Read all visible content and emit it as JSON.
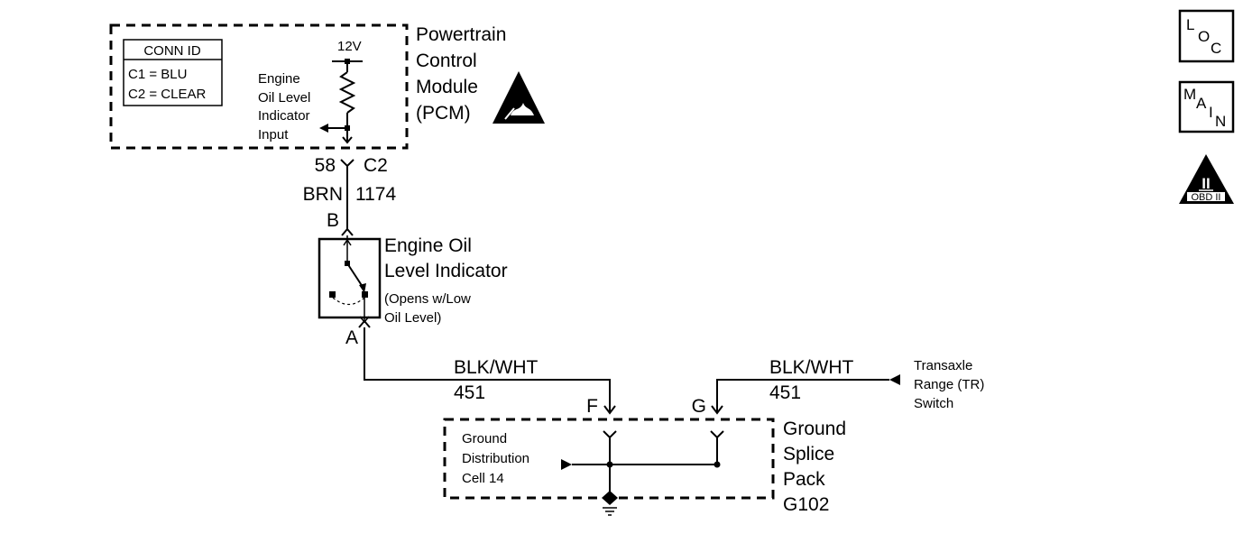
{
  "pcm": {
    "name_lines": [
      "Powertrain",
      "Control",
      "Module",
      "(PCM)"
    ],
    "conn_title": "CONN ID",
    "conn_rows": [
      "C1 = BLU",
      "C2 = CLEAR"
    ],
    "voltage": "12V",
    "input_lines": [
      "Engine",
      "Oil Level",
      "Indicator",
      "Input"
    ]
  },
  "pcm_pin": {
    "pin": "58",
    "connector": "C2"
  },
  "wire_1174": {
    "color": "BRN",
    "circuit": "1174"
  },
  "indicator": {
    "pin_top": "B",
    "pin_bottom": "A",
    "name_lines": [
      "Engine Oil",
      "Level Indicator"
    ],
    "note_lines": [
      "(Opens w/Low",
      "Oil Level)"
    ]
  },
  "wire_451_left": {
    "color": "BLK/WHT",
    "circuit": "451",
    "pin": "F"
  },
  "wire_451_right": {
    "color": "BLK/WHT",
    "circuit": "451",
    "pin": "G"
  },
  "transaxle": {
    "lines": [
      "Transaxle",
      "Range (TR)",
      "Switch"
    ]
  },
  "splice": {
    "name_lines": [
      "Ground",
      "Splice",
      "Pack",
      "G102"
    ],
    "cell_lines": [
      "Ground",
      "Distribution",
      "Cell 14"
    ]
  },
  "badges": {
    "loc": [
      "L",
      "O",
      "C"
    ],
    "main": [
      "M",
      "A",
      "I",
      "N"
    ],
    "obd_symbol": "II",
    "obd_text": "OBD II"
  }
}
